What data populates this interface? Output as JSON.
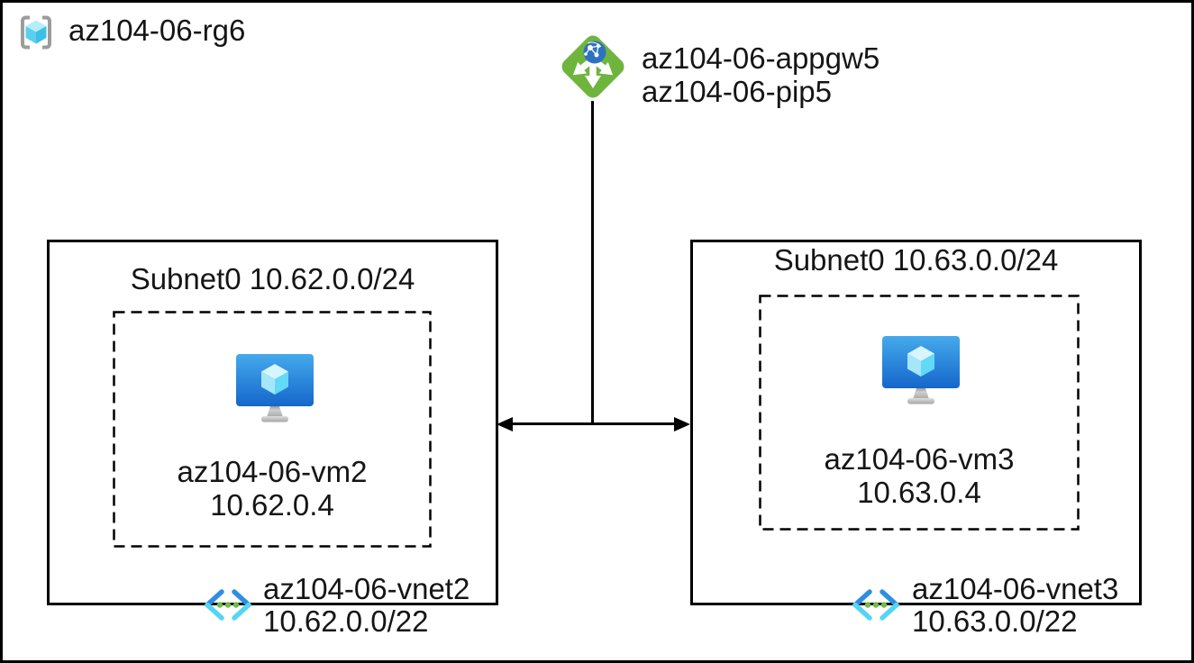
{
  "resource_group": {
    "name": "az104-06-rg6"
  },
  "app_gateway": {
    "name": "az104-06-appgw5",
    "public_ip": "az104-06-pip5"
  },
  "vnets": [
    {
      "subnet": "Subnet0 10.62.0.0/24",
      "vm_name": "az104-06-vm2",
      "vm_ip": "10.62.0.4",
      "name": "az104-06-vnet2",
      "cidr": "10.62.0.0/22"
    },
    {
      "subnet": "Subnet0 10.63.0.0/24",
      "vm_name": "az104-06-vm3",
      "vm_ip": "10.63.0.4",
      "name": "az104-06-vnet3",
      "cidr": "10.63.0.0/22"
    }
  ],
  "colors": {
    "ink": "#151515",
    "appgw-green": "#6fb53d",
    "globe-blue": "#2d72c2",
    "vnet-blue": "#2e8ee2",
    "vnet-cyan": "#55d5f5",
    "dot-green": "#6cbe43",
    "bracket-gray": "#9c9c9c"
  }
}
